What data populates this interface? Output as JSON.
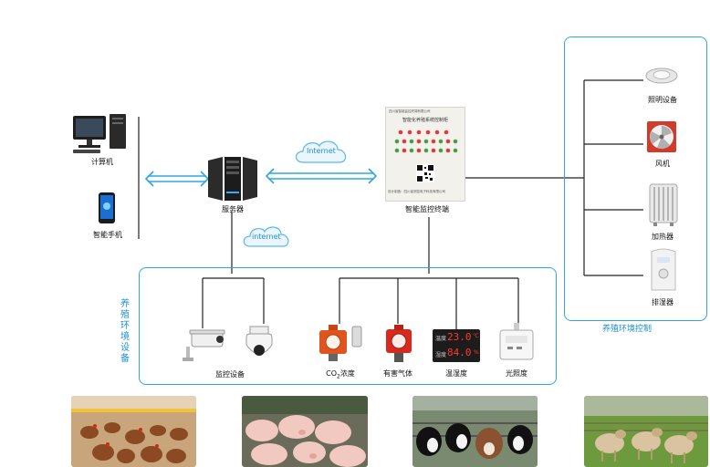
{
  "devices": {
    "computer": "计算机",
    "phone": "智能手机",
    "server": "服务器",
    "terminal": "智能监控终端"
  },
  "clouds": {
    "top": "Internet",
    "bottom": "internet"
  },
  "terminal_panel": {
    "header_small": "四川省智能监控终端有限公司",
    "title": "智能化养殖系统控制柜",
    "footer": "设计制造：四川省测控电子科技有限公司"
  },
  "control_group": {
    "title": "养殖环境控制",
    "items": [
      "照明设备",
      "风机",
      "加热器",
      "排湿器"
    ]
  },
  "monitor_group": {
    "title": "养殖环境设备",
    "items": {
      "camera": "监控设备",
      "co2_prefix": "CO",
      "co2_sub": "2",
      "co2_suffix": "浓度",
      "gas": "有害气体",
      "temp_humidity": "温湿度",
      "light": "光照度"
    },
    "display": {
      "row1_label": "温度",
      "row1_value": "23.0",
      "row1_unit": "℃",
      "row2_label": "湿度",
      "row2_value": "84.0",
      "row2_unit": "%"
    }
  },
  "colors": {
    "accent": "#2ea7e0",
    "line": "#222222"
  }
}
